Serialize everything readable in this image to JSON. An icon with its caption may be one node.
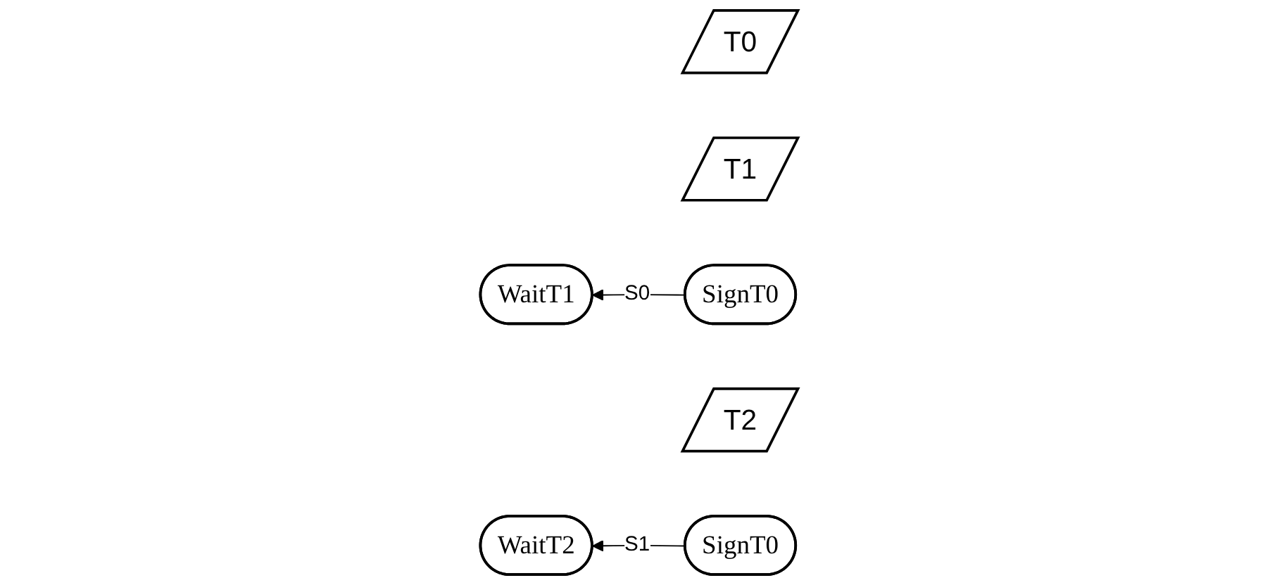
{
  "diagram": {
    "nodes": [
      {
        "text": [
          "T0"
        ]
      },
      {
        "text": [
          "WaitT1"
        ]
      },
      {
        "text": [
          "WaitT2"
        ]
      },
      {
        "text": [
          "T1"
        ]
      },
      {
        "text": [
          "SignT0"
        ]
      },
      {
        "text": [
          "T2"
        ]
      },
      {
        "text": [
          "SignT0"
        ]
      }
    ],
    "edges": [
      {
        "from": 4,
        "to": 1,
        "arrow": "to",
        "label": "S0"
      },
      {
        "from": 6,
        "to": 2,
        "arrow": "to",
        "label": "S1"
      }
    ]
  }
}
